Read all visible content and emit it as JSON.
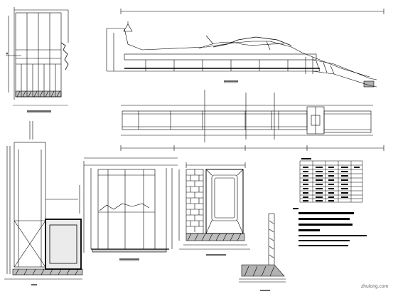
{
  "drawing": {
    "watermark": "zhulong.com",
    "background": "#ffffff",
    "line_color": "#000000"
  },
  "views": [
    {
      "id": "left-elevation-top",
      "caption": ""
    },
    {
      "id": "long-profile",
      "caption": ""
    },
    {
      "id": "plan-view",
      "caption": ""
    },
    {
      "id": "left-section",
      "caption": ""
    },
    {
      "id": "culvert-section",
      "caption": ""
    },
    {
      "id": "box-section",
      "caption": ""
    },
    {
      "id": "wall-footing-detail",
      "caption": ""
    }
  ],
  "table": {
    "title": "",
    "rows": 9,
    "cols": 5
  },
  "notes": {
    "heading": "",
    "lines": []
  }
}
